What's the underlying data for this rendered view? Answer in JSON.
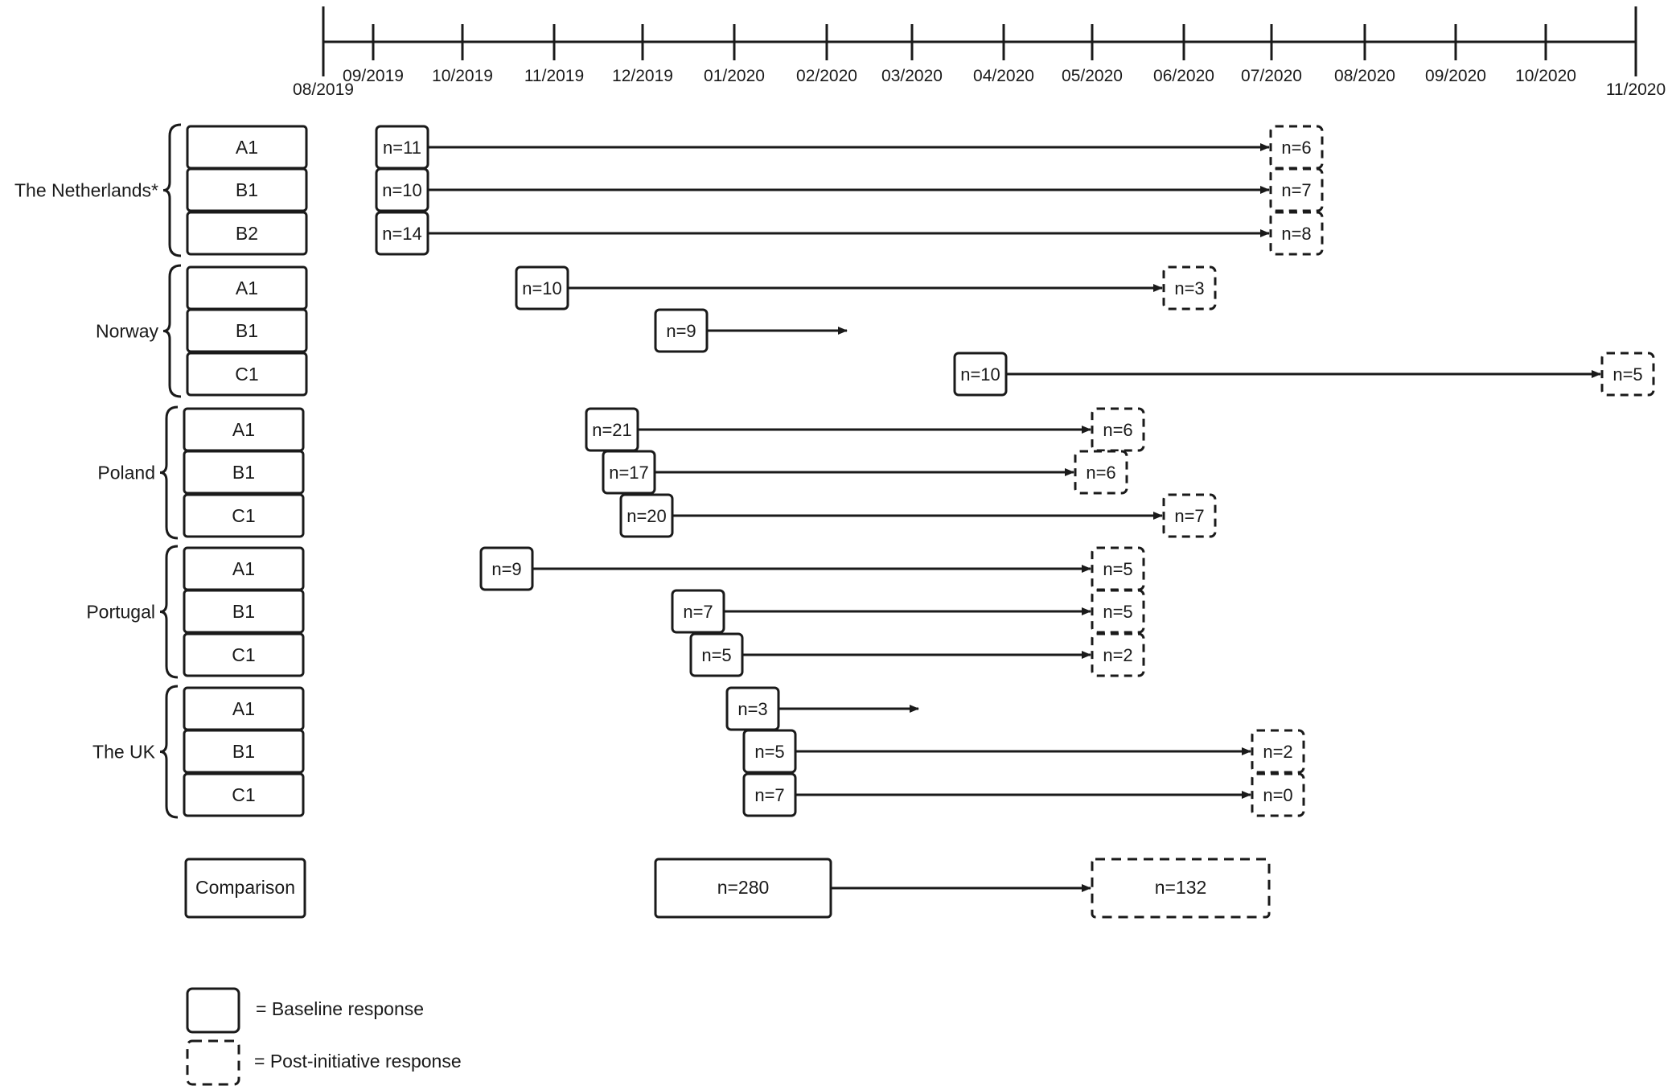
{
  "timeline": {
    "ticks": [
      "08/2019",
      "09/2019",
      "10/2019",
      "11/2019",
      "12/2019",
      "01/2020",
      "02/2020",
      "03/2020",
      "04/2020",
      "05/2020",
      "06/2020",
      "07/2020",
      "08/2020",
      "09/2020",
      "10/2020",
      "11/2020"
    ]
  },
  "groups": [
    {
      "country": "The Netherlands*",
      "sites": [
        {
          "label": "A1",
          "baseline": "n=11",
          "baseline_date": "09/2019",
          "post": "n=6",
          "post_date": "07/2020"
        },
        {
          "label": "B1",
          "baseline": "n=10",
          "baseline_date": "09/2019",
          "post": "n=7",
          "post_date": "07/2020"
        },
        {
          "label": "B2",
          "baseline": "n=14",
          "baseline_date": "09/2019",
          "post": "n=8",
          "post_date": "07/2020"
        }
      ]
    },
    {
      "country": "Norway",
      "sites": [
        {
          "label": "A1",
          "baseline": "n=10",
          "baseline_date": "11/2019",
          "post": "n=3",
          "post_date": "06/2020"
        },
        {
          "label": "B1",
          "baseline": "n=9",
          "baseline_date": "12/2019",
          "post": null,
          "arrow_end_date": "02/2020"
        },
        {
          "label": "C1",
          "baseline": "n=10",
          "baseline_date": "03/2020",
          "post": "n=5",
          "post_date": "11/2020"
        }
      ]
    },
    {
      "country": "Poland",
      "sites": [
        {
          "label": "A1",
          "baseline": "n=21",
          "baseline_date": "12/2019",
          "post": "n=6",
          "post_date": "05/2020"
        },
        {
          "label": "B1",
          "baseline": "n=17",
          "baseline_date": "12/2019",
          "post": "n=6",
          "post_date": "05/2020"
        },
        {
          "label": "C1",
          "baseline": "n=20",
          "baseline_date": "12/2019",
          "post": "n=7",
          "post_date": "06/2020"
        }
      ]
    },
    {
      "country": "Portugal",
      "sites": [
        {
          "label": "A1",
          "baseline": "n=9",
          "baseline_date": "10/2019",
          "post": "n=5",
          "post_date": "05/2020"
        },
        {
          "label": "B1",
          "baseline": "n=7",
          "baseline_date": "12/2019",
          "post": "n=5",
          "post_date": "05/2020"
        },
        {
          "label": "C1",
          "baseline": "n=5",
          "baseline_date": "12/2019",
          "post": "n=2",
          "post_date": "05/2020"
        }
      ]
    },
    {
      "country": "The UK",
      "sites": [
        {
          "label": "A1",
          "baseline": "n=3",
          "baseline_date": "01/2020",
          "post": null,
          "arrow_end_date": "03/2020"
        },
        {
          "label": "B1",
          "baseline": "n=5",
          "baseline_date": "01/2020",
          "post": "n=2",
          "post_date": "07/2020"
        },
        {
          "label": "C1",
          "baseline": "n=7",
          "baseline_date": "01/2020",
          "post": "n=0",
          "post_date": "07/2020"
        }
      ]
    }
  ],
  "comparison": {
    "label": "Comparison",
    "baseline": "n=280",
    "post": "n=132"
  },
  "legend": {
    "baseline": "= Baseline response",
    "post": "= Post-initiative response"
  }
}
